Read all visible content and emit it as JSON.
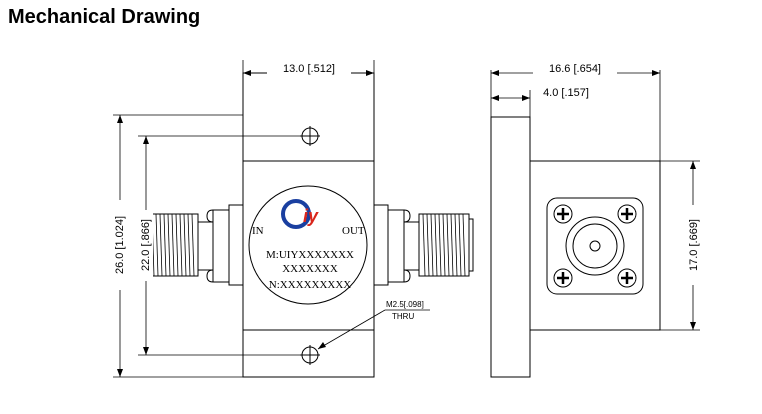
{
  "title": "Mechanical Drawing",
  "dims": {
    "width_front": "13.0 [.512]",
    "width_side": "16.6 [.654]",
    "flange": "4.0 [.157]",
    "height_total": "26.0 [1.024]",
    "height_holes": "22.0 [.866]",
    "height_side": "17.0 [.669]"
  },
  "hole_note": {
    "size": "M2.5[.098]",
    "type": "THRU"
  },
  "label": {
    "in": "IN",
    "out": "OUT",
    "model": "M:UIYXXXXXXX",
    "model2": "XXXXXXX",
    "serial": "N:XXXXXXXXX"
  },
  "logo": {
    "letters": "UIY"
  },
  "colors": {
    "line": "#000000",
    "logo_blue": "#1a3fa0",
    "logo_red": "#d9261c"
  }
}
